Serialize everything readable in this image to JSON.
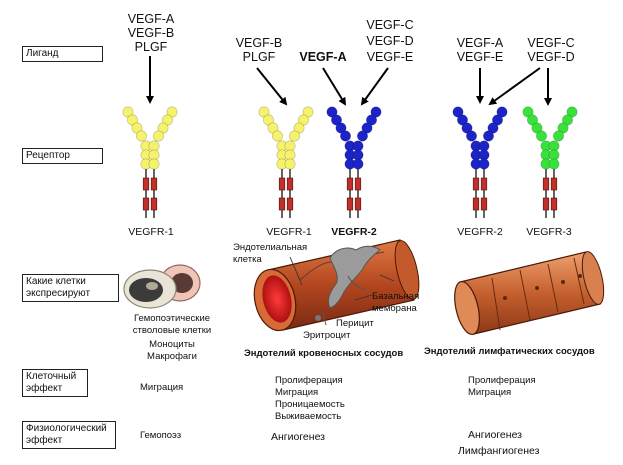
{
  "rows": {
    "ligand": "Лиганд",
    "receptor": "Рецептор",
    "cells": "Какие клетки экспресируют",
    "cell_effect": "Клеточный эффект",
    "phys_effect": "Физиологический эффект"
  },
  "ligands": {
    "col1": [
      "VEGF-A",
      "VEGF-B",
      "PLGF"
    ],
    "col2_left": [
      "VEGF-B",
      "PLGF"
    ],
    "col2_center": "VEGF-A",
    "col2_right": [
      "VEGF-C",
      "VEGF-D",
      "VEGF-E"
    ],
    "col3_left": [
      "VEGF-A",
      "VEGF-E"
    ],
    "col3_right": [
      "VEGF-C",
      "VEGF-D"
    ]
  },
  "receptors": {
    "r1": "VEGFR-1",
    "r2": "VEGFR-1",
    "r3": "VEGFR-2",
    "r4": "VEGFR-2",
    "r5": "VEGFR-3"
  },
  "cells": {
    "hemo": [
      "Гемопоэтические",
      "стволовые клетки"
    ],
    "mono": "Моноциты",
    "macro": "Макрофаги",
    "endo_label": [
      "Эндотелиальная",
      "клетка"
    ],
    "basal": [
      "Базальная",
      "мембрана"
    ],
    "pericyte": "Перицит",
    "erythro": "Эритроцит",
    "blood_caption": "Эндотелий кровеносных сосудов",
    "lymph_caption": "Эндотелий лимфатических сосудов"
  },
  "effects": {
    "c1": "Миграция",
    "c2": [
      "Пролиферация",
      "Миграция",
      "Проницаемость",
      "Выживаемость"
    ],
    "c3": [
      "Пролиферация",
      "Миграция"
    ]
  },
  "phys": {
    "c1": "Гемопоэз",
    "c2": "Ангиогенез",
    "c3": [
      "Ангиогенез",
      "Лимфангиогенез"
    ]
  },
  "colors": {
    "yellow": "#f6f26a",
    "blue": "#1c24c8",
    "green": "#39e23a",
    "tm_red": "#c0302a",
    "vessel_blood": "#b9532a",
    "vessel_lymph": "#c86a3a"
  }
}
